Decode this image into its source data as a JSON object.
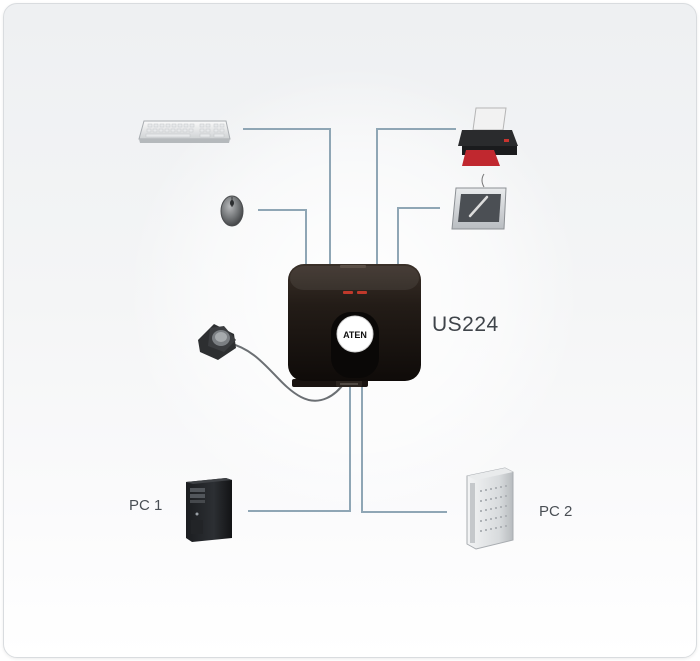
{
  "device": {
    "model": "US224",
    "logo_text": "ATEN",
    "body_color": "#1c1612",
    "led_color": "#c0392b"
  },
  "computers": [
    {
      "label": "PC 1",
      "icon": "tower-pc-icon"
    },
    {
      "label": "PC 2",
      "icon": "server-tower-icon"
    }
  ],
  "peripherals": [
    {
      "icon": "keyboard-icon"
    },
    {
      "icon": "mouse-icon"
    },
    {
      "icon": "printer-icon"
    },
    {
      "icon": "graphics-tablet-icon"
    },
    {
      "icon": "remote-switch-icon"
    }
  ],
  "line_color": "#8fa6b5"
}
